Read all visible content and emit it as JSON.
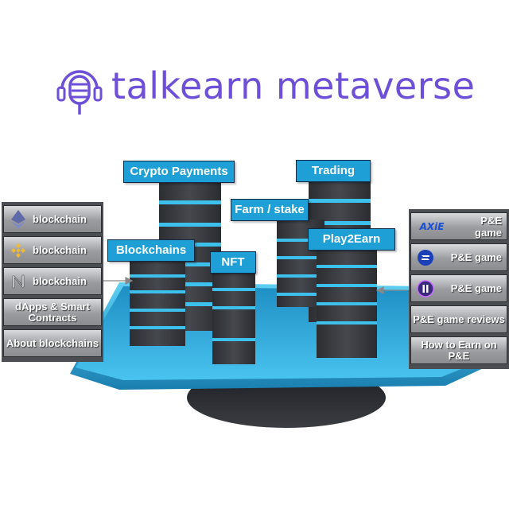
{
  "brand": {
    "name": "talkearn metaverse",
    "color": "#6e4fd8"
  },
  "labels": {
    "crypto_payments": "Crypto Payments",
    "trading": "Trading",
    "farm_stake": "Farm / stake",
    "blockchains": "Blockchains",
    "nft": "NFT",
    "play2earn": "Play2Earn"
  },
  "left_menu": {
    "items": [
      {
        "label": "blockchain",
        "icon": "ethereum-icon"
      },
      {
        "label": "blockchain",
        "icon": "binance-icon"
      },
      {
        "label": "blockchain",
        "icon": "near-icon"
      },
      {
        "label": "dApps & Smart Contracts"
      },
      {
        "label": "About blockchains"
      }
    ]
  },
  "right_menu": {
    "items": [
      {
        "label": "P&E game",
        "icon": "axie-icon",
        "icon_text": "AXiE"
      },
      {
        "label": "P&E game",
        "icon": "game-logo-icon"
      },
      {
        "label": "P&E game",
        "icon": "pause-logo-icon"
      },
      {
        "label": "P&E game reviews"
      },
      {
        "label": "How to Earn on P&E"
      }
    ]
  },
  "colors": {
    "accent": "#1e9fd6",
    "platform": "#2fb0e2",
    "tower": "#3a3c40",
    "stripe": "#3ec0ec"
  }
}
